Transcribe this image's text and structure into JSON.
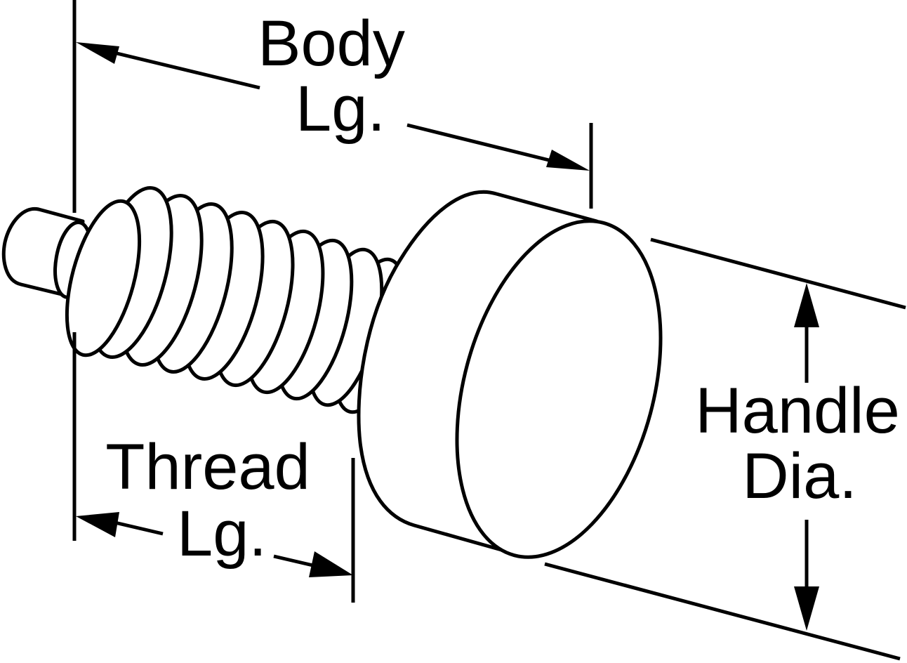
{
  "labels": {
    "body_line1": "Body",
    "body_line2": "Lg.",
    "thread_line1": "Thread",
    "thread_line2": "Lg.",
    "handle_line1": "Handle",
    "handle_line2": "Dia."
  },
  "colors": {
    "stroke": "#000000",
    "background": "#ffffff"
  }
}
